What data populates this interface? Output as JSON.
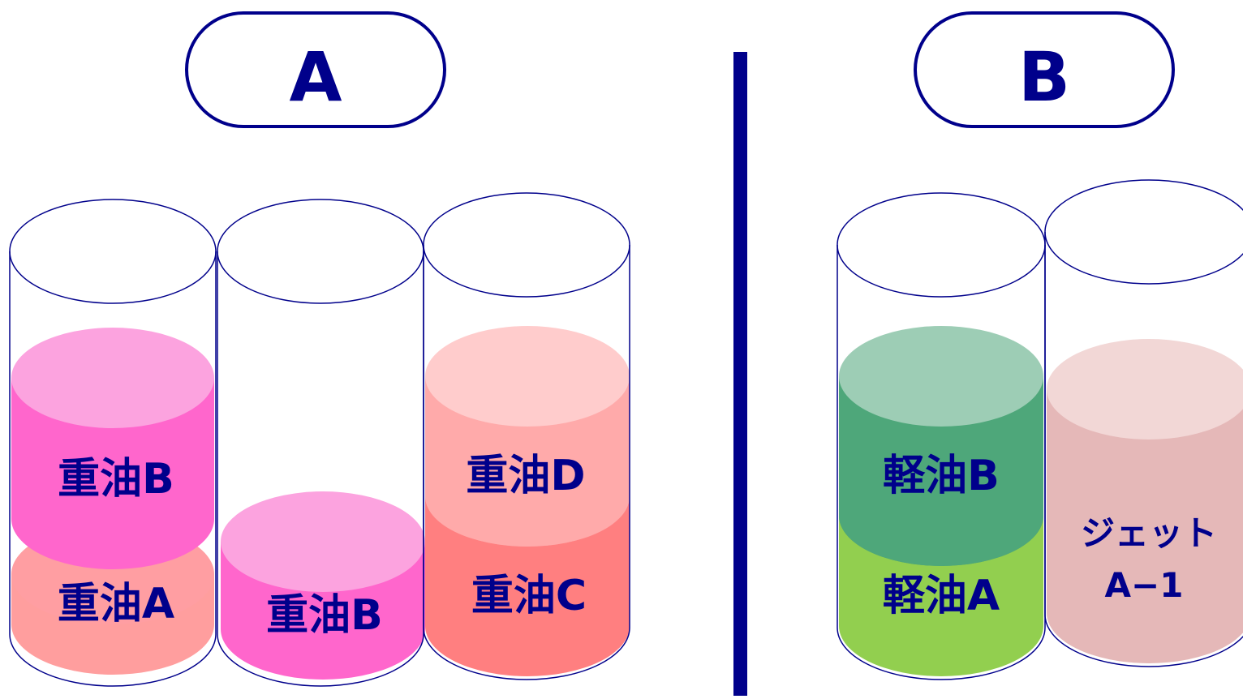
{
  "group_a": {
    "label": "A",
    "tanks": [
      {
        "layers": [
          {
            "text": "重油A"
          },
          {
            "text": "重油B"
          }
        ]
      },
      {
        "layers": [
          {
            "text": "重油B"
          }
        ]
      },
      {
        "layers": [
          {
            "text": "重油C"
          },
          {
            "text": "重油D"
          }
        ]
      }
    ]
  },
  "group_b": {
    "label": "B",
    "tanks": [
      {
        "layers": [
          {
            "text": "軽油A"
          },
          {
            "text": "軽油B"
          }
        ]
      },
      {
        "layers": [
          {
            "text_line1": "ジェット",
            "text_line2": "A−1"
          }
        ]
      }
    ]
  },
  "colors": {
    "outline": "#00008b",
    "label_text": "#00008b",
    "divider": "#00008b",
    "heavy_oil_a": "#ff9e9e",
    "heavy_oil_b": "#ff66cc",
    "heavy_oil_c": "#ff7f80",
    "heavy_oil_d": "#ffaaaa",
    "light_oil_a": "#92cf4f",
    "light_oil_b": "#4ea77a",
    "jet_a1": "#e5b8b8"
  }
}
